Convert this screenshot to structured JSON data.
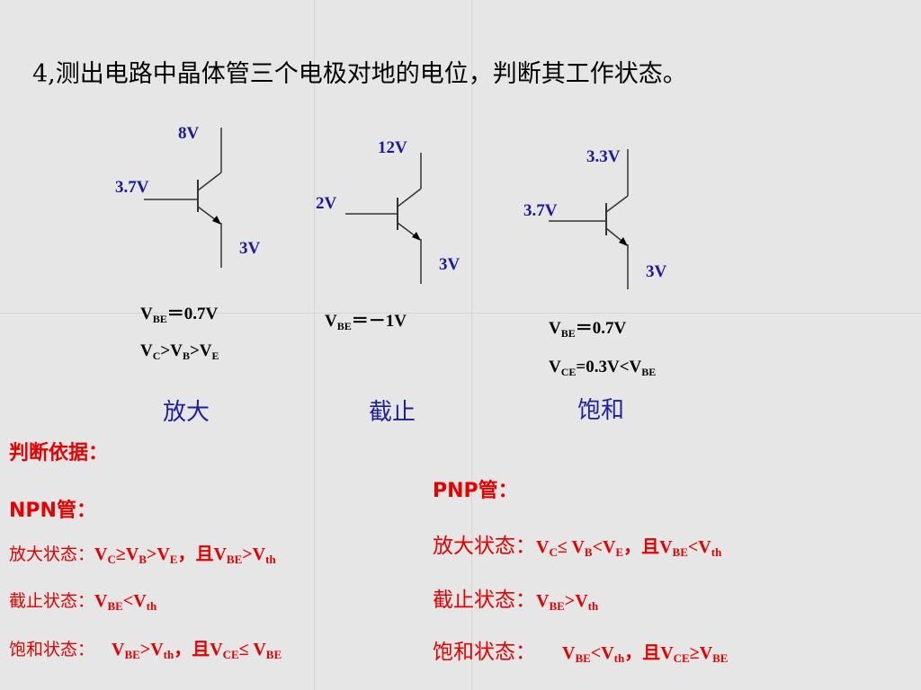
{
  "title": "4,测出电路中晶体管三个电极对地的电位，判断其工作状态。",
  "circuits": [
    {
      "collector_v": "8V",
      "base_v": "3.7V",
      "emitter_v": "3V",
      "formulas": [
        [
          {
            "t": "V"
          },
          {
            "s": "BE"
          },
          {
            "t": "＝0.7V"
          }
        ],
        [
          {
            "t": "V"
          },
          {
            "s": "C"
          },
          {
            "t": ">V"
          },
          {
            "s": "B"
          },
          {
            "t": ">V"
          },
          {
            "s": "E"
          }
        ]
      ],
      "state": "放大"
    },
    {
      "collector_v": "12V",
      "base_v": "2V",
      "emitter_v": "3V",
      "formulas": [
        [
          {
            "t": "V"
          },
          {
            "s": "BE"
          },
          {
            "t": "＝－1V"
          }
        ]
      ],
      "state": "截止"
    },
    {
      "collector_v": "3.3V",
      "base_v": "3.7V",
      "emitter_v": "3V",
      "formulas": [
        [
          {
            "t": "V"
          },
          {
            "s": "BE"
          },
          {
            "t": "＝0.7V"
          }
        ],
        [
          {
            "t": "V"
          },
          {
            "s": "CE"
          },
          {
            "t": "=0.3V<V"
          },
          {
            "s": "BE"
          }
        ]
      ],
      "state": "饱和"
    }
  ],
  "basis": {
    "heading": "判断依据：",
    "npn": {
      "heading": "NPN管：",
      "rows": [
        {
          "label": "放大状态：",
          "expr": [
            {
              "t": "V"
            },
            {
              "s": "C"
            },
            {
              "t": "≥V"
            },
            {
              "s": "B"
            },
            {
              "t": ">V"
            },
            {
              "s": "E"
            },
            {
              "t": "，且V"
            },
            {
              "s": "BE"
            },
            {
              "t": ">V"
            },
            {
              "s": "th"
            }
          ]
        },
        {
          "label": "截止状态：",
          "expr": [
            {
              "t": "V"
            },
            {
              "s": "BE"
            },
            {
              "t": "<V"
            },
            {
              "s": "th"
            }
          ]
        },
        {
          "label": "饱和状态：",
          "expr": [
            {
              "t": " V"
            },
            {
              "s": "BE"
            },
            {
              "t": ">V"
            },
            {
              "s": "th"
            },
            {
              "t": "，且V"
            },
            {
              "s": "CE"
            },
            {
              "t": "≤ V"
            },
            {
              "s": "BE"
            }
          ]
        }
      ]
    },
    "pnp": {
      "heading": "PNP管：",
      "rows": [
        {
          "label": "放大状态：",
          "expr": [
            {
              "t": "V"
            },
            {
              "s": "C"
            },
            {
              "t": "≤ V"
            },
            {
              "s": "B"
            },
            {
              "t": "<V"
            },
            {
              "s": "E"
            },
            {
              "t": "，且V"
            },
            {
              "s": "BE"
            },
            {
              "t": "<V"
            },
            {
              "s": "th"
            }
          ]
        },
        {
          "label": "截止状态：",
          "expr": [
            {
              "t": "V"
            },
            {
              "s": "BE"
            },
            {
              "t": ">V"
            },
            {
              "s": "th"
            }
          ]
        },
        {
          "label": "饱和状态：",
          "expr": [
            {
              "t": " V"
            },
            {
              "s": "BE"
            },
            {
              "t": "<V"
            },
            {
              "s": "th"
            },
            {
              "t": "，且V"
            },
            {
              "s": "CE"
            },
            {
              "t": "≥V"
            },
            {
              "s": "BE"
            }
          ]
        }
      ]
    }
  },
  "colors": {
    "accent_red": "#e60000",
    "label_blue": "#1a1a9a",
    "state_blue": "#1e1ea0"
  }
}
